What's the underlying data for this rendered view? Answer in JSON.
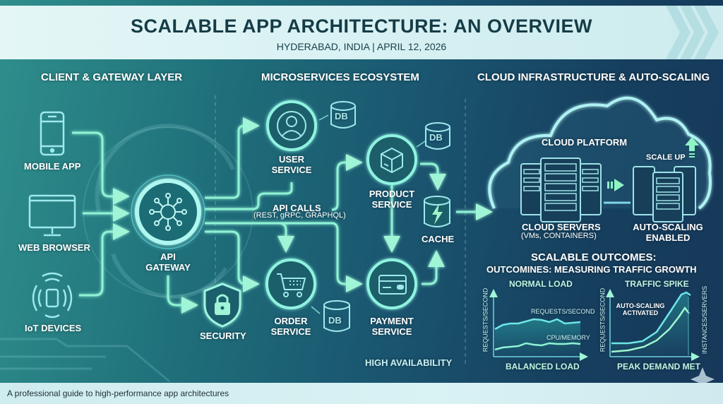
{
  "header": {
    "title": "SCALABLE APP ARCHITECTURE: AN OVERVIEW",
    "subtitle": "HYDERABAD, INDIA | APRIL 12, 2026"
  },
  "sections": {
    "client": "CLIENT & GATEWAY LAYER",
    "microservices": "MICROSERVICES ECOSYSTEM",
    "cloud": "CLOUD INFRASTRUCTURE & AUTO-SCALING"
  },
  "clients": [
    {
      "label": "MOBILE APP",
      "icon": "smartphone-icon"
    },
    {
      "label": "WEB BROWSER",
      "icon": "monitor-icon"
    },
    {
      "label": "IoT DEVICES",
      "icon": "iot-signal-icon"
    }
  ],
  "gateway": {
    "line1": "API",
    "line2": "GATEWAY",
    "icon": "hub-network-icon"
  },
  "security": {
    "label": "SECURITY",
    "icon": "shield-lock-icon"
  },
  "api_calls": {
    "label": "API CALLS",
    "detail": "(REST, gRPC, GRAPHQL)"
  },
  "services": {
    "user": {
      "line1": "USER",
      "line2": "SERVICE",
      "db": "DB",
      "icon": "user-icon"
    },
    "product": {
      "line1": "PRODUCT",
      "line2": "SERVICE",
      "db": "DB",
      "icon": "package-box-icon"
    },
    "order": {
      "line1": "ORDER",
      "line2": "SERVICE",
      "db": "DB",
      "icon": "shopping-cart-icon"
    },
    "payment": {
      "line1": "PAYMENT",
      "line2": "SERVICE",
      "icon": "credit-card-icon"
    }
  },
  "cache": {
    "label": "CACHE",
    "icon": "lightning-cache-icon"
  },
  "high_availability": "HIGH AVAILABILITY",
  "cloud": {
    "platform": "CLOUD PLATFORM",
    "servers_label": "CLOUD SERVERS",
    "servers_detail": "(VMs, CONTAINERS)",
    "scale_up": "SCALE UP",
    "autoscaling_line1": "AUTO-SCALING",
    "autoscaling_line2": "ENABLED"
  },
  "outcomes": {
    "title": "SCALABLE OUTCOMES:",
    "subtitle": "OUTCOMINES: MEASURING TRAFFIC GROWTH"
  },
  "chart_data": [
    {
      "type": "line",
      "title": "NORMAL LOAD",
      "xlabel": "BALANCED LOAD",
      "ylabel": "REQUESTS/SECOND",
      "x": [
        0,
        1,
        2,
        3,
        4,
        5,
        6,
        7,
        8,
        9,
        10
      ],
      "series": [
        {
          "name": "REQUESTS/SECOND",
          "values": [
            55,
            62,
            63,
            66,
            69,
            70,
            67,
            70,
            63,
            64,
            65
          ]
        },
        {
          "name": "CPU/MEMORY",
          "values": [
            18,
            22,
            23,
            24,
            30,
            27,
            26,
            30,
            28,
            29,
            29
          ]
        }
      ],
      "ylim": [
        0,
        100
      ],
      "grid": false
    },
    {
      "type": "line",
      "title": "TRAFFIC SPIKE",
      "xlabel": "PEAK DEMAND MET",
      "ylabel": "REQUESTS/SECOND",
      "ylabel_right": "INSTANCES/SERVERS",
      "annotation": "AUTO-SCALING ACTIVATED",
      "x": [
        0,
        1,
        2,
        3,
        4,
        5,
        6,
        7,
        8,
        9,
        10
      ],
      "series": [
        {
          "name": "REQUESTS/SECOND",
          "values": [
            20,
            20,
            21,
            23,
            27,
            34,
            46,
            62,
            80,
            92,
            88
          ]
        },
        {
          "name": "INSTANCES/SERVERS",
          "values": [
            6,
            7,
            8,
            10,
            13,
            18,
            26,
            38,
            56,
            74,
            64
          ]
        }
      ],
      "ylim": [
        0,
        100
      ],
      "grid": false
    }
  ],
  "footer": {
    "text": "A professional guide to high-performance app architectures"
  },
  "colors": {
    "accent": "#7ff0d8",
    "glow": "#5fe6e0",
    "header_bg": "#dff4f5",
    "title_text": "#153c46",
    "bg_left": "#2f8f8c",
    "bg_right": "#17385a"
  }
}
